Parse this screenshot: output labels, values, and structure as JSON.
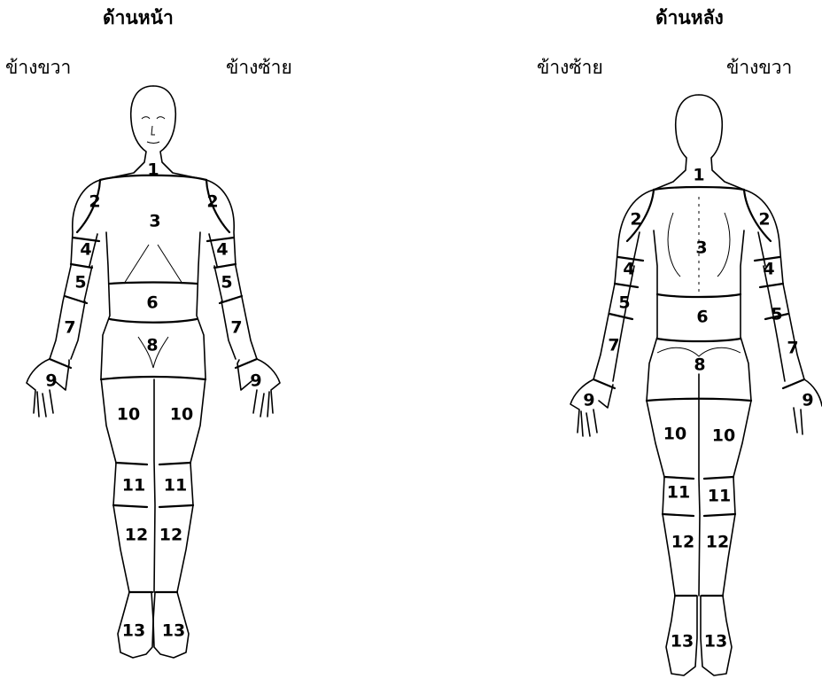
{
  "front": {
    "title": "ด้านหน้า",
    "right_label": "ข้างขวา",
    "left_label": "ข้างซ้าย"
  },
  "back": {
    "title": "ด้านหลัง",
    "left_label": "ข้างซ้าย",
    "right_label": "ข้างขวา"
  },
  "region_numbers": [
    "1",
    "2",
    "3",
    "4",
    "5",
    "6",
    "7",
    "8",
    "9",
    "10",
    "11",
    "12",
    "13"
  ]
}
